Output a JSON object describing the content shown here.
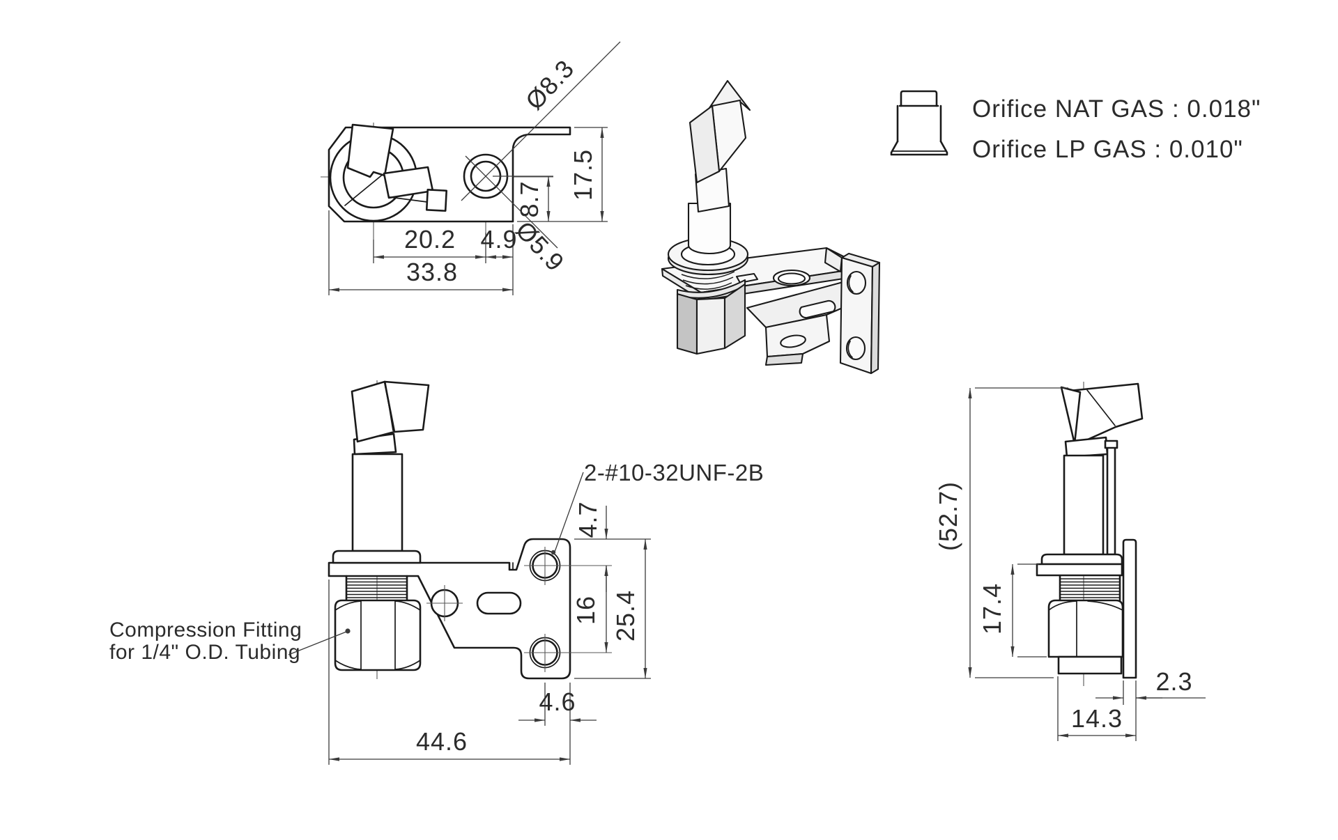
{
  "drawing": {
    "notes": {
      "orifice_nat": "Orifice NAT GAS : 0.018\"",
      "orifice_lp": "Orifice LP GAS : 0.010\""
    },
    "top": {
      "dia_outer": "Ø8.3",
      "dia_inner": "Ø5.9",
      "height": "17.5",
      "hole_offset": "8.7",
      "center_to_hole": "20.2",
      "hole_to_edge": "4.9",
      "overall_width": "33.8"
    },
    "front": {
      "thread_callout": "2-#10-32UNF-2B",
      "hole_top_offset": "4.7",
      "hole_spacing": "16",
      "bracket_height": "25.4",
      "foot_width": "4.6",
      "overall_width": "44.6",
      "fitting_label_line1": "Compression Fitting",
      "fitting_label_line2": "for 1/4\" O.D. Tubing"
    },
    "side": {
      "overall_height": "(52.7)",
      "fitting_height": "17.4",
      "flange_thickness": "2.3",
      "depth": "14.3"
    }
  }
}
